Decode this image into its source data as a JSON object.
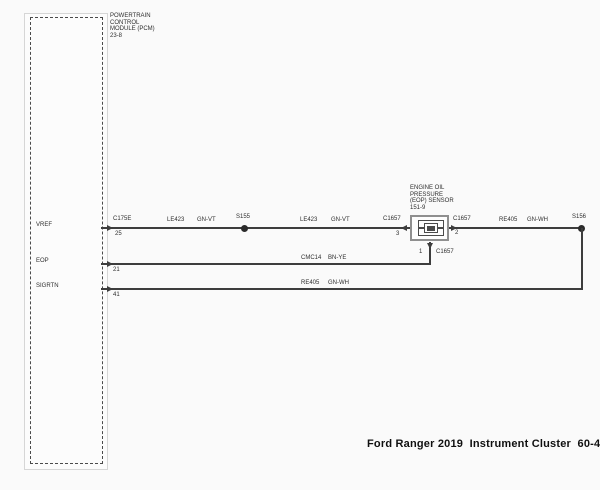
{
  "title": "Ford Ranger 2019  Instrument Cluster  60-4",
  "colors": {
    "wire": "#3d3d3d",
    "text": "#2f2f2f",
    "sensor_border": "#8f8f8f"
  },
  "pcm": {
    "name_lines": [
      "POWERTRAIN",
      "CONTROL",
      "MODULE (PCM)",
      "23-8"
    ],
    "connector": "C175E",
    "pins": {
      "vref": {
        "label": "VREF",
        "pin": "25"
      },
      "eop": {
        "label": "EOP",
        "pin": "21"
      },
      "sigrtn": {
        "label": "SIGRTN",
        "pin": "41"
      }
    }
  },
  "sensor": {
    "name_lines": [
      "ENGINE OIL",
      "PRESSURE",
      "(EOP) SENSOR",
      "151-9"
    ],
    "connector": "C1657",
    "pin_signal_in": "3",
    "pin_signal_out": "2",
    "pin_low": "1"
  },
  "splices": {
    "s155": "S155",
    "s156": "S156"
  },
  "wires": {
    "vref_seg1": {
      "circuit": "LE423",
      "color": "GN-VT"
    },
    "vref_seg2": {
      "circuit": "LE423",
      "color": "GN-VT"
    },
    "right_seg": {
      "circuit": "RE405",
      "color": "GN-WH"
    },
    "eop_seg": {
      "circuit": "CMC14",
      "color": "BN-YE"
    },
    "sigrtn_seg": {
      "circuit": "RE405",
      "color": "GN-WH"
    }
  }
}
